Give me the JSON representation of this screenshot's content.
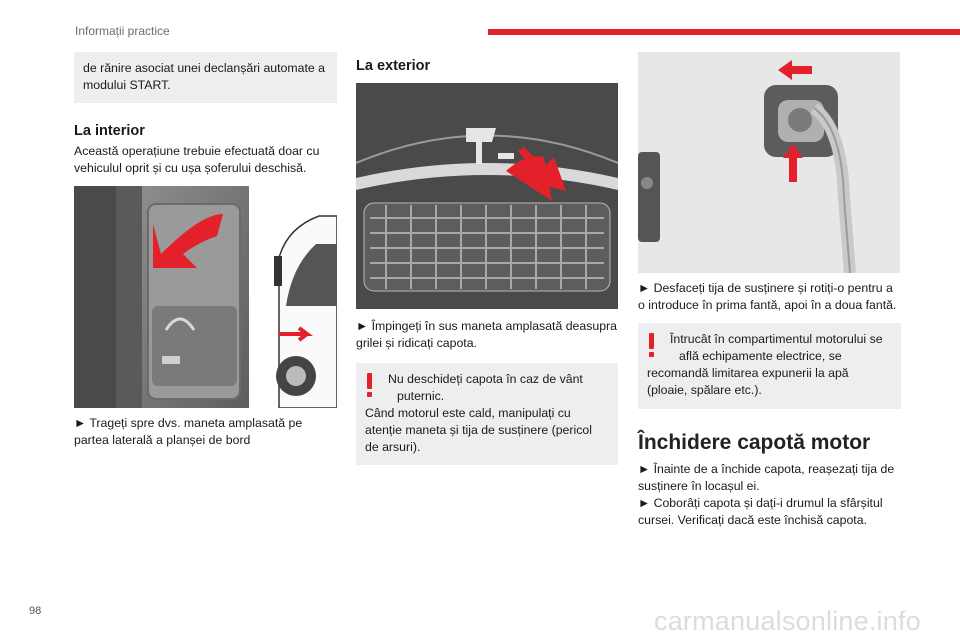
{
  "header": {
    "section_title": "Informații practice",
    "accent_color": "#e4202a"
  },
  "col1": {
    "intro_box": "de rănire asociat unei declanșări automate a modului START.",
    "inside_heading": "La interior",
    "inside_text": "Această operațiune trebuie efectuată doar cu vehiculul oprit și cu ușa șoferului deschisă.",
    "inside_step": "► Trageți spre dvs. maneta amplasată pe partea laterală a planșei de bord"
  },
  "col2": {
    "outside_heading": "La exterior",
    "outside_step": "► Împingeți în sus maneta amplasată deasupra grilei și ridicați capota.",
    "warning_line1": "Nu deschideți capota în caz de vânt",
    "warning_line2": "puternic.",
    "warning_rest": "Când motorul este cald, manipulați cu atenție maneta și tija de susținere (pericol de arsuri)."
  },
  "col3": {
    "rod_step": "► Desfaceți tija de susținere și rotiți-o pentru a o introduce în prima fantă, apoi în a doua fantă.",
    "warning_line1": "Întrucât în compartimentul motorului se",
    "warning_line2": "află echipamente electrice, se",
    "warning_rest": "recomandă limitarea expunerii la apă (ploaie, spălare etc.).",
    "closing_heading": "Închidere capotă motor",
    "closing_step1": "► Înainte de a închide capota, reașezați tija de susținere în locașul ei.",
    "closing_step2": "► Coborâți capota și dați-i drumul la sfârșitul cursei. Verificați dacă este închisă capota."
  },
  "footer": {
    "page_number": "98",
    "watermark": "carmanualsonline.info"
  },
  "icons": {
    "warning": "exclamation-icon"
  }
}
